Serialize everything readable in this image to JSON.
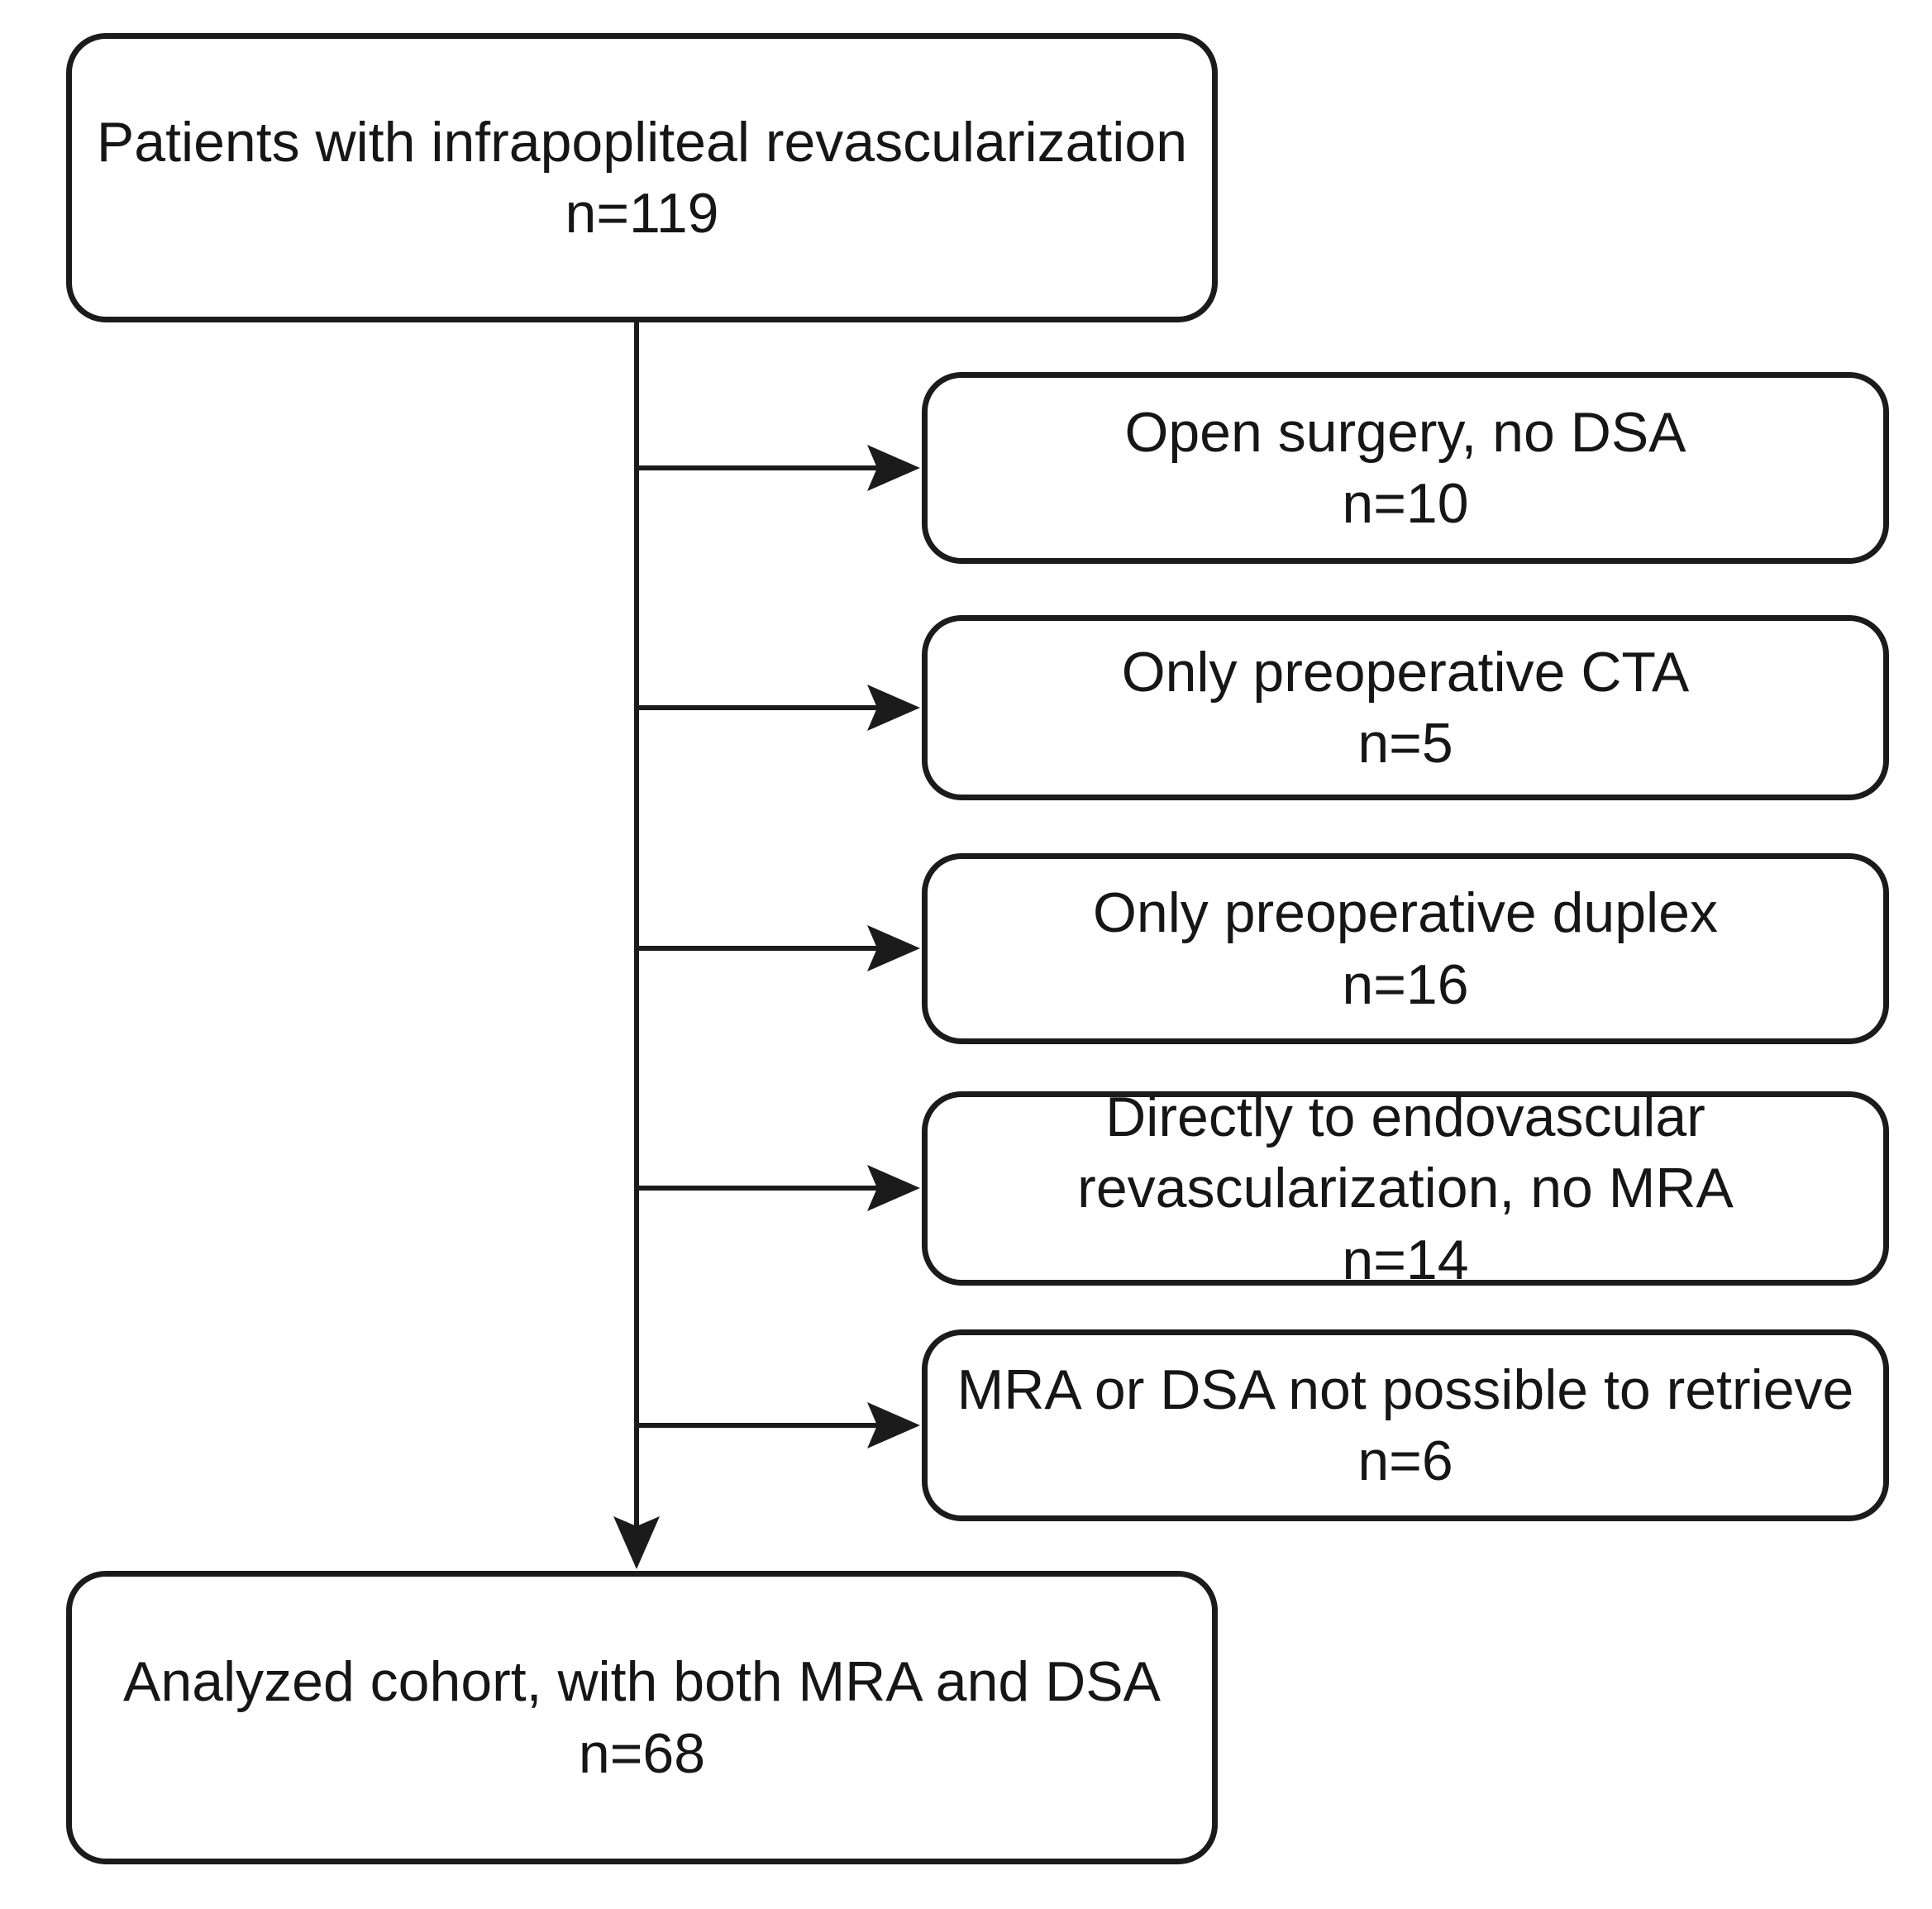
{
  "figure": {
    "type": "patient-flow-diagram",
    "top_box": {
      "label": "Patients with infrapopliteal revascularization",
      "count": "n=119"
    },
    "exclusions": [
      {
        "label": "Open surgery, no DSA",
        "count": "n=10"
      },
      {
        "label": "Only preoperative CTA",
        "count": "n=5"
      },
      {
        "label": "Only preoperative duplex",
        "count": "n=16"
      },
      {
        "label": "Directly to endovascular revascularization, no MRA",
        "count": "n=14"
      },
      {
        "label": "MRA or DSA not possible to retrieve",
        "count": "n=6"
      }
    ],
    "bottom_box": {
      "label": "Analyzed cohort, with both MRA and DSA",
      "count": "n=68"
    },
    "colors": {
      "stroke": "#1b1b1b",
      "box_fill": "#ffffff",
      "background": "#ffffff",
      "text": "#161616"
    }
  }
}
